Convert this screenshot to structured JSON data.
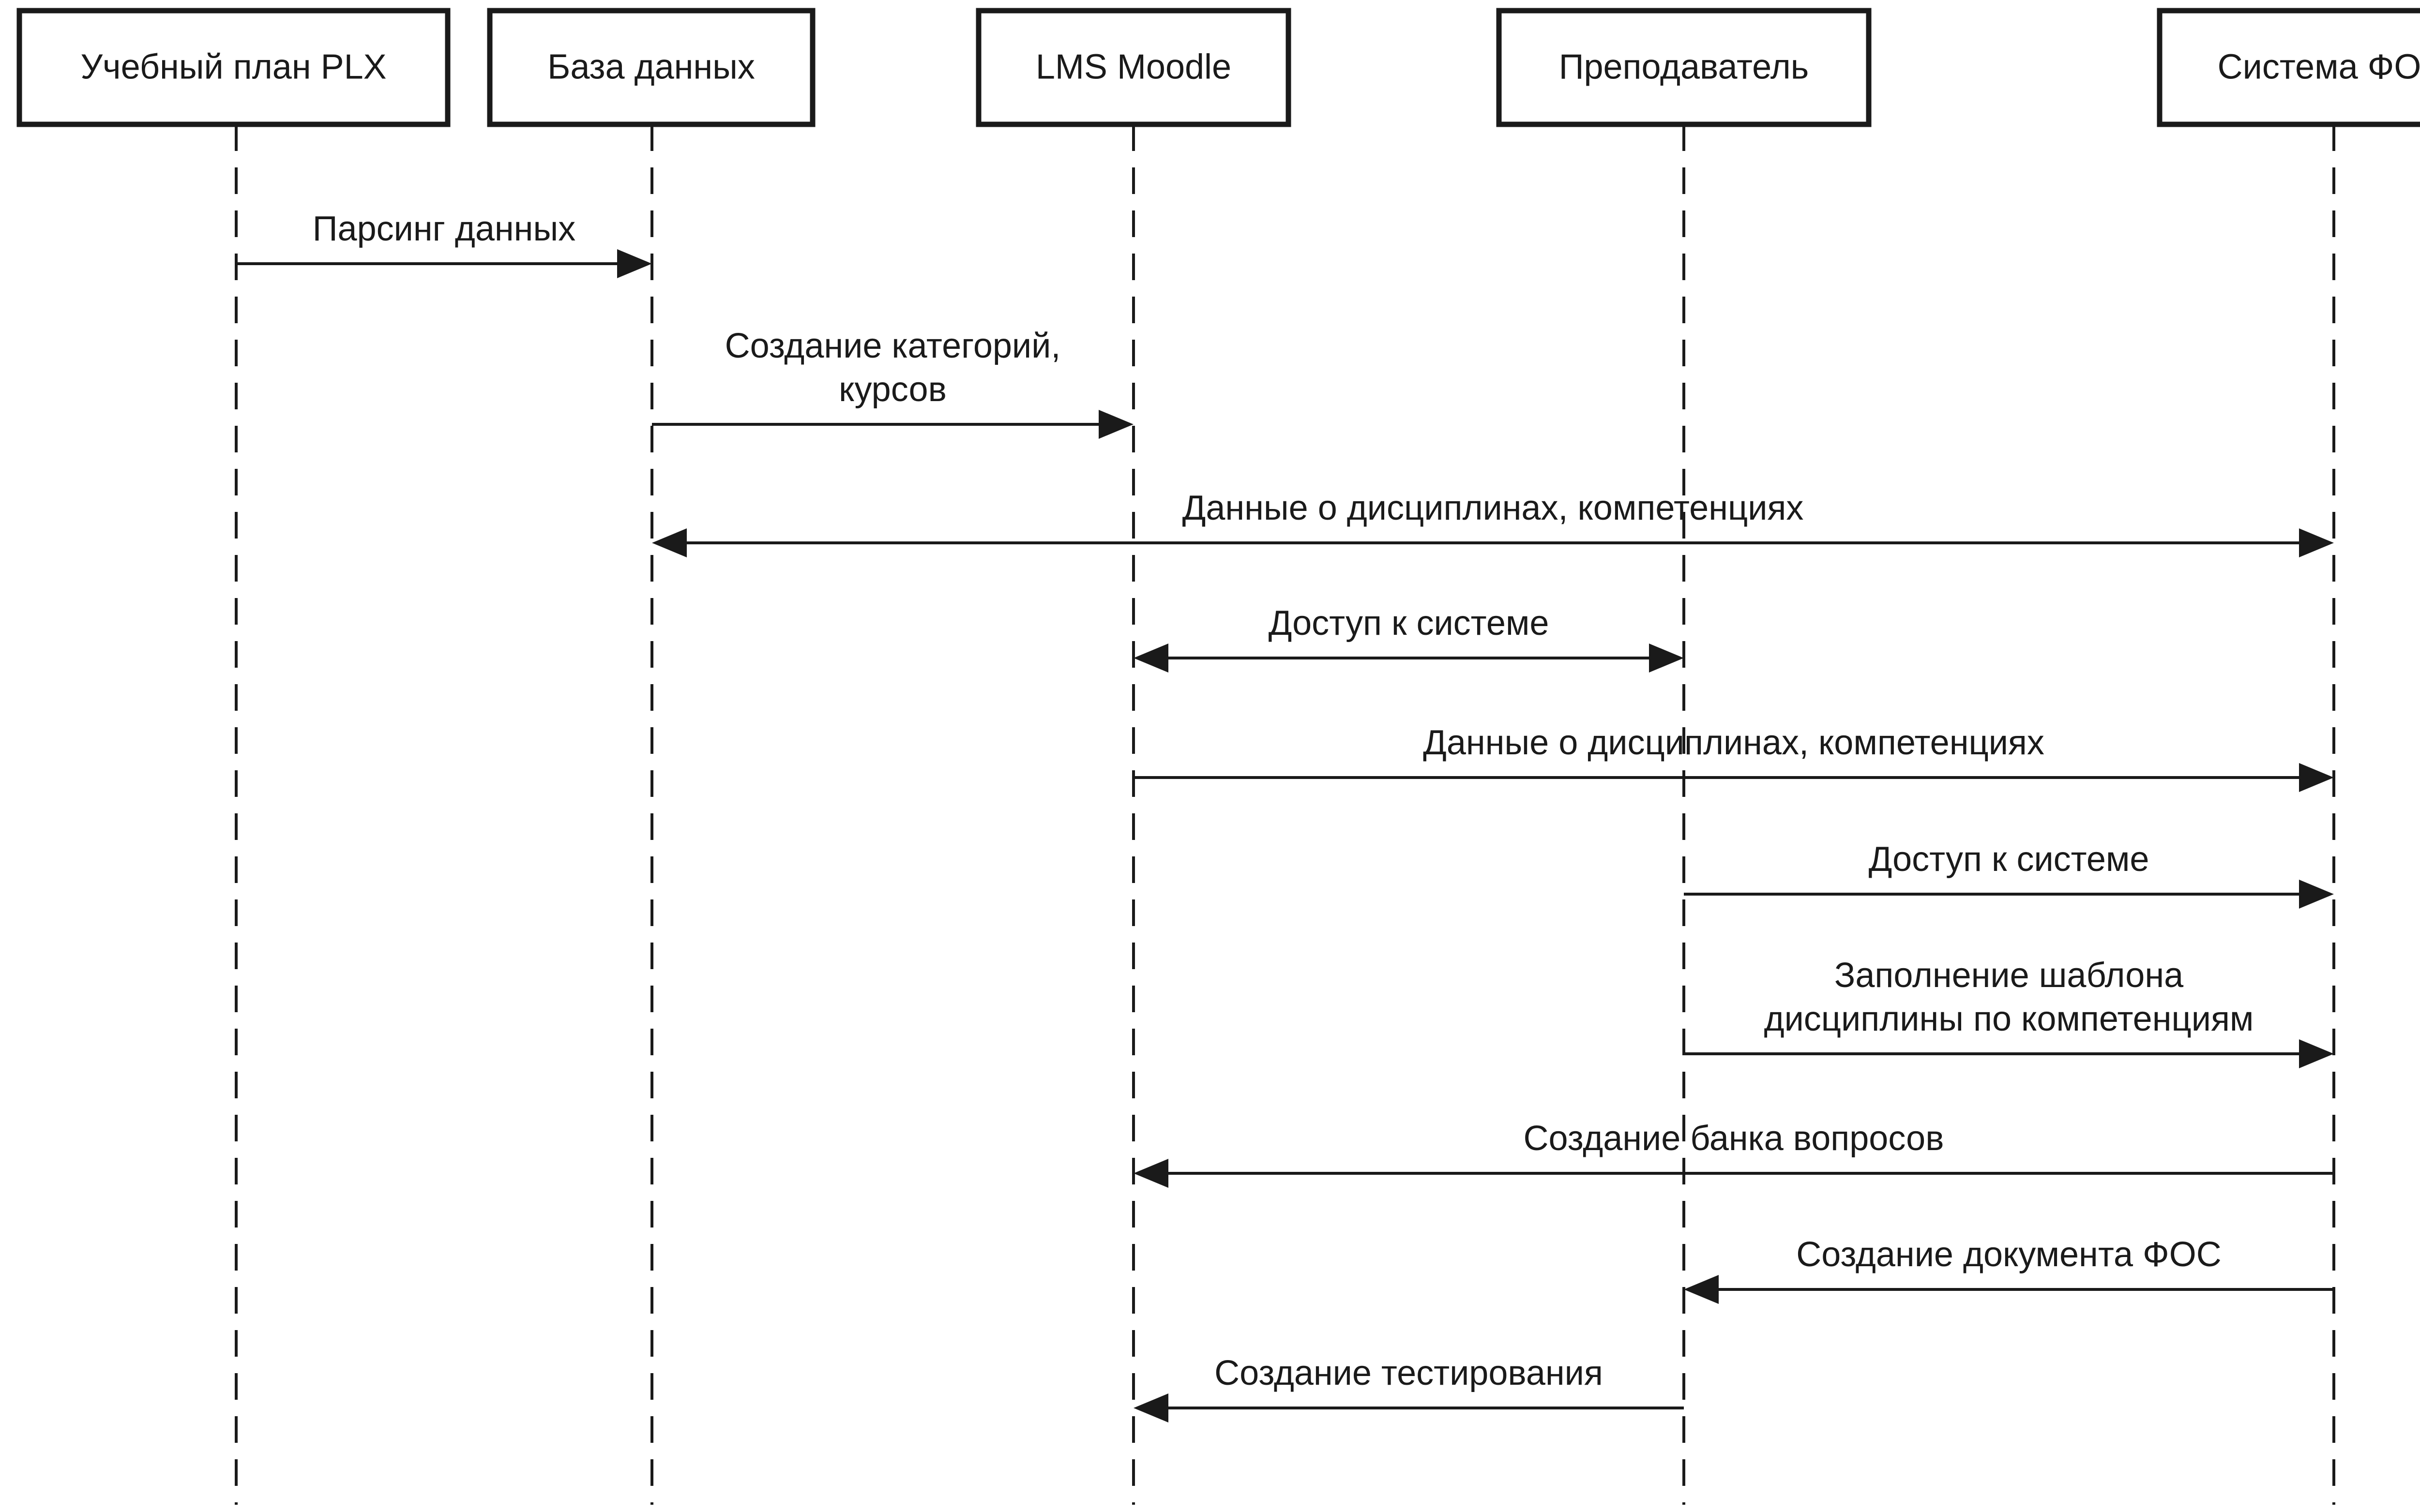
{
  "participants": [
    {
      "id": "plan",
      "label": "Учебный план PLX"
    },
    {
      "id": "db",
      "label": "База данных"
    },
    {
      "id": "lms",
      "label": "LMS Moodle"
    },
    {
      "id": "teacher",
      "label": "Преподаватель"
    },
    {
      "id": "fos",
      "label": "Система ФОС"
    }
  ],
  "messages": [
    {
      "from": "plan",
      "to": "db",
      "lines": [
        "Парсинг данных"
      ],
      "bidirectional": false
    },
    {
      "from": "db",
      "to": "lms",
      "lines": [
        "Создание категорий,",
        "курсов"
      ],
      "bidirectional": false
    },
    {
      "from": "db",
      "to": "fos",
      "lines": [
        "Данные о дисциплинах, компетенциях"
      ],
      "bidirectional": true
    },
    {
      "from": "lms",
      "to": "teacher",
      "lines": [
        "Доступ к системе"
      ],
      "bidirectional": true
    },
    {
      "from": "lms",
      "to": "fos",
      "lines": [
        "Данные о дисциплинах, компетенциях"
      ],
      "bidirectional": false
    },
    {
      "from": "teacher",
      "to": "fos",
      "lines": [
        "Доступ к системе"
      ],
      "bidirectional": false
    },
    {
      "from": "teacher",
      "to": "fos",
      "lines": [
        "Заполнение шаблона",
        "дисциплины по компетенциям"
      ],
      "bidirectional": false
    },
    {
      "from": "fos",
      "to": "lms",
      "lines": [
        "Создание банка вопросов"
      ],
      "bidirectional": false
    },
    {
      "from": "fos",
      "to": "teacher",
      "lines": [
        "Создание документа ФОС"
      ],
      "bidirectional": false
    },
    {
      "from": "teacher",
      "to": "lms",
      "lines": [
        "Создание тестирования"
      ],
      "bidirectional": false
    }
  ]
}
